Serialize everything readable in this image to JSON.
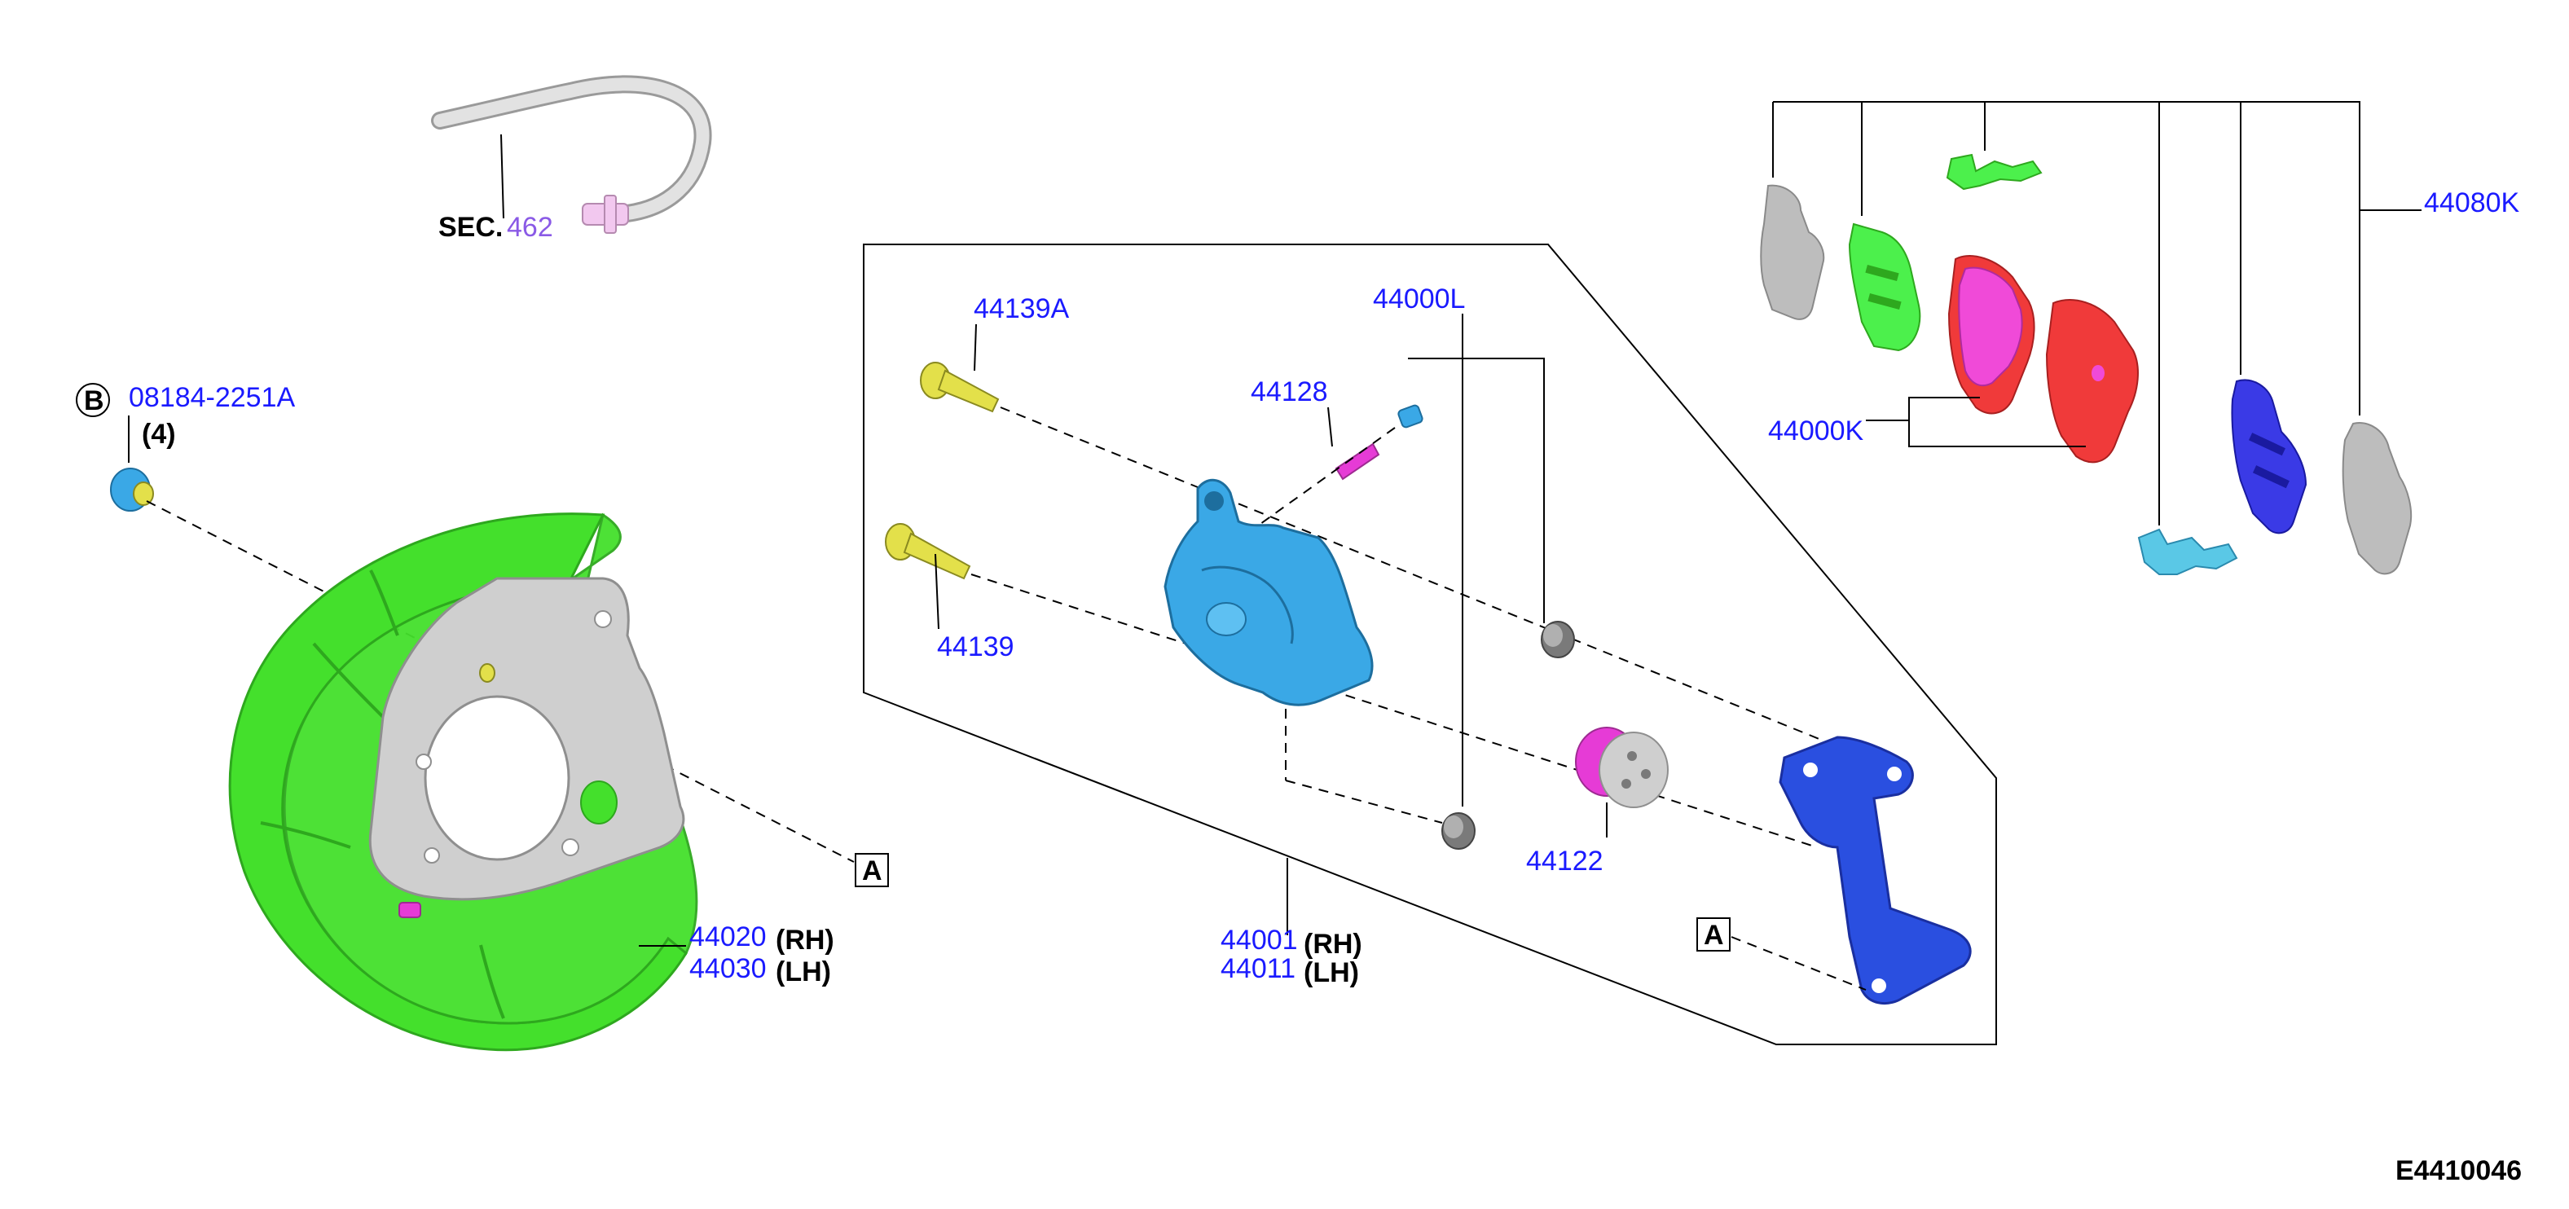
{
  "labels": {
    "sec_prefix": "SEC.",
    "sec_num": "462",
    "bolt_part": "08184-2251A",
    "bolt_qty": "(4)",
    "ref_b": "B",
    "ref_a": "A",
    "shield_rh": "44020",
    "shield_lh": "44030",
    "rh": "(RH)",
    "lh": "(LH)",
    "pin_upper": "44139A",
    "pin_lower": "44139",
    "bleeder": "44128",
    "kit": "44000L",
    "piston": "44122",
    "caliper_rh": "44001",
    "caliper_lh": "44011",
    "pads": "44000K",
    "pad_kit": "44080K",
    "figure_id": "E4410046"
  },
  "colors": {
    "shield": "#44e02c",
    "plate": "#cfcfcf",
    "caliper": "#3aa8e6",
    "bracket": "#2a4fe0",
    "bolt": "#e3e04a",
    "bleeder": "#e63bd6",
    "pad_pink": "#f04ad8",
    "pad_red": "#f03a3a",
    "shim_green": "#4cf04c",
    "shim_blue": "#3a3ae6",
    "clip_cyan": "#5ac8e6",
    "hose": "#d8d8d8"
  }
}
